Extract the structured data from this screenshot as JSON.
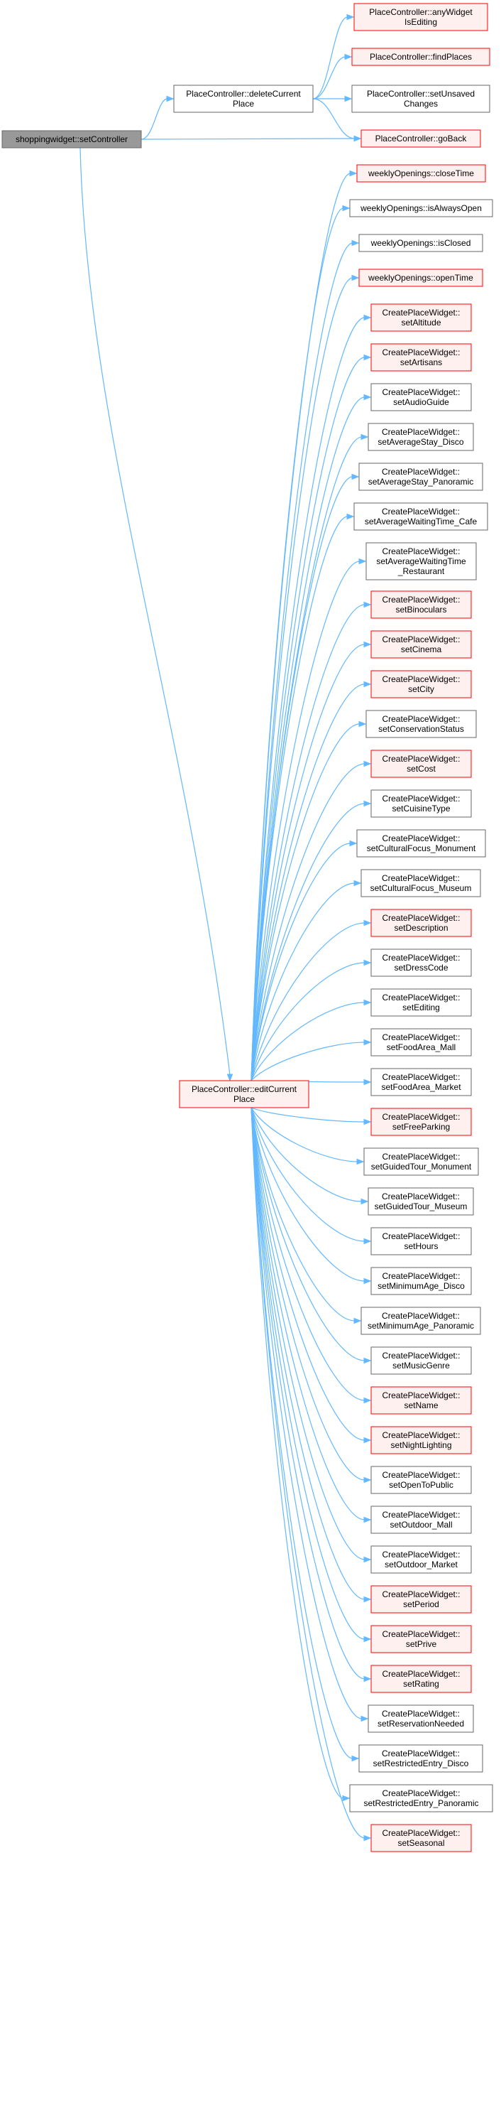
{
  "colors": {
    "edge": "#63b8ff",
    "root_fill": "#999999",
    "root_stroke": "#666666",
    "red_fill": "#fff0f0",
    "red_stroke": "#ff0000",
    "plain_fill": "#ffffff",
    "plain_stroke": "#666666",
    "text": "#000000"
  },
  "nodes": [
    {
      "id": "root",
      "style": "root",
      "lines": [
        "shoppingwidget::setController"
      ]
    },
    {
      "id": "deleteCurrentPlace",
      "style": "plain",
      "lines": [
        "PlaceController::deleteCurrent",
        "Place"
      ]
    },
    {
      "id": "editCurrentPlace",
      "style": "red",
      "lines": [
        "PlaceController::editCurrent",
        "Place"
      ]
    },
    {
      "id": "anyWidgetIsEditing",
      "style": "red",
      "lines": [
        "PlaceController::anyWidget",
        "IsEditing"
      ]
    },
    {
      "id": "findPlaces",
      "style": "red",
      "lines": [
        "PlaceController::findPlaces"
      ]
    },
    {
      "id": "setUnsavedChanges",
      "style": "plain",
      "lines": [
        "PlaceController::setUnsaved",
        "Changes"
      ]
    },
    {
      "id": "goBack",
      "style": "red",
      "lines": [
        "PlaceController::goBack"
      ]
    },
    {
      "id": "closeTime",
      "style": "red",
      "lines": [
        "weeklyOpenings::closeTime"
      ]
    },
    {
      "id": "isAlwaysOpen",
      "style": "plain",
      "lines": [
        "weeklyOpenings::isAlwaysOpen"
      ]
    },
    {
      "id": "isClosed",
      "style": "plain",
      "lines": [
        "weeklyOpenings::isClosed"
      ]
    },
    {
      "id": "openTime",
      "style": "red",
      "lines": [
        "weeklyOpenings::openTime"
      ]
    },
    {
      "id": "setAltitude",
      "style": "red",
      "lines": [
        "CreatePlaceWidget::",
        "setAltitude"
      ]
    },
    {
      "id": "setArtisans",
      "style": "red",
      "lines": [
        "CreatePlaceWidget::",
        "setArtisans"
      ]
    },
    {
      "id": "setAudioGuide",
      "style": "plain",
      "lines": [
        "CreatePlaceWidget::",
        "setAudioGuide"
      ]
    },
    {
      "id": "setAverageStay_Disco",
      "style": "plain",
      "lines": [
        "CreatePlaceWidget::",
        "setAverageStay_Disco"
      ]
    },
    {
      "id": "setAverageStay_Panoramic",
      "style": "plain",
      "lines": [
        "CreatePlaceWidget::",
        "setAverageStay_Panoramic"
      ]
    },
    {
      "id": "setAverageWaitingTime_Cafe",
      "style": "plain",
      "lines": [
        "CreatePlaceWidget::",
        "setAverageWaitingTime_Cafe"
      ]
    },
    {
      "id": "setAverageWaitingTime_Restaurant",
      "style": "plain",
      "lines": [
        "CreatePlaceWidget::",
        "setAverageWaitingTime",
        "_Restaurant"
      ]
    },
    {
      "id": "setBinoculars",
      "style": "red",
      "lines": [
        "CreatePlaceWidget::",
        "setBinoculars"
      ]
    },
    {
      "id": "setCinema",
      "style": "red",
      "lines": [
        "CreatePlaceWidget::",
        "setCinema"
      ]
    },
    {
      "id": "setCity",
      "style": "red",
      "lines": [
        "CreatePlaceWidget::",
        "setCity"
      ]
    },
    {
      "id": "setConservationStatus",
      "style": "plain",
      "lines": [
        "CreatePlaceWidget::",
        "setConservationStatus"
      ]
    },
    {
      "id": "setCost",
      "style": "red",
      "lines": [
        "CreatePlaceWidget::",
        "setCost"
      ]
    },
    {
      "id": "setCuisineType",
      "style": "plain",
      "lines": [
        "CreatePlaceWidget::",
        "setCuisineType"
      ]
    },
    {
      "id": "setCulturalFocus_Monument",
      "style": "plain",
      "lines": [
        "CreatePlaceWidget::",
        "setCulturalFocus_Monument"
      ]
    },
    {
      "id": "setCulturalFocus_Museum",
      "style": "plain",
      "lines": [
        "CreatePlaceWidget::",
        "setCulturalFocus_Museum"
      ]
    },
    {
      "id": "setDescription",
      "style": "red",
      "lines": [
        "CreatePlaceWidget::",
        "setDescription"
      ]
    },
    {
      "id": "setDressCode",
      "style": "plain",
      "lines": [
        "CreatePlaceWidget::",
        "setDressCode"
      ]
    },
    {
      "id": "setEditing",
      "style": "plain",
      "lines": [
        "CreatePlaceWidget::",
        "setEditing"
      ]
    },
    {
      "id": "setFoodArea_Mall",
      "style": "plain",
      "lines": [
        "CreatePlaceWidget::",
        "setFoodArea_Mall"
      ]
    },
    {
      "id": "setFoodArea_Market",
      "style": "plain",
      "lines": [
        "CreatePlaceWidget::",
        "setFoodArea_Market"
      ]
    },
    {
      "id": "setFreeParking",
      "style": "red",
      "lines": [
        "CreatePlaceWidget::",
        "setFreeParking"
      ]
    },
    {
      "id": "setGuidedTour_Monument",
      "style": "plain",
      "lines": [
        "CreatePlaceWidget::",
        "setGuidedTour_Monument"
      ]
    },
    {
      "id": "setGuidedTour_Museum",
      "style": "plain",
      "lines": [
        "CreatePlaceWidget::",
        "setGuidedTour_Museum"
      ]
    },
    {
      "id": "setHours",
      "style": "plain",
      "lines": [
        "CreatePlaceWidget::",
        "setHours"
      ]
    },
    {
      "id": "setMinimumAge_Disco",
      "style": "plain",
      "lines": [
        "CreatePlaceWidget::",
        "setMinimumAge_Disco"
      ]
    },
    {
      "id": "setMinimumAge_Panoramic",
      "style": "plain",
      "lines": [
        "CreatePlaceWidget::",
        "setMinimumAge_Panoramic"
      ]
    },
    {
      "id": "setMusicGenre",
      "style": "plain",
      "lines": [
        "CreatePlaceWidget::",
        "setMusicGenre"
      ]
    },
    {
      "id": "setName",
      "style": "red",
      "lines": [
        "CreatePlaceWidget::",
        "setName"
      ]
    },
    {
      "id": "setNightLighting",
      "style": "red",
      "lines": [
        "CreatePlaceWidget::",
        "setNightLighting"
      ]
    },
    {
      "id": "setOpenToPublic",
      "style": "plain",
      "lines": [
        "CreatePlaceWidget::",
        "setOpenToPublic"
      ]
    },
    {
      "id": "setOutdoor_Mall",
      "style": "plain",
      "lines": [
        "CreatePlaceWidget::",
        "setOutdoor_Mall"
      ]
    },
    {
      "id": "setOutdoor_Market",
      "style": "plain",
      "lines": [
        "CreatePlaceWidget::",
        "setOutdoor_Market"
      ]
    },
    {
      "id": "setPeriod",
      "style": "red",
      "lines": [
        "CreatePlaceWidget::",
        "setPeriod"
      ]
    },
    {
      "id": "setPrive",
      "style": "red",
      "lines": [
        "CreatePlaceWidget::",
        "setPrive"
      ]
    },
    {
      "id": "setRating",
      "style": "red",
      "lines": [
        "CreatePlaceWidget::",
        "setRating"
      ]
    },
    {
      "id": "setReservationNeeded",
      "style": "plain",
      "lines": [
        "CreatePlaceWidget::",
        "setReservationNeeded"
      ]
    },
    {
      "id": "setRestrictedEntry_Disco",
      "style": "plain",
      "lines": [
        "CreatePlaceWidget::",
        "setRestrictedEntry_Disco"
      ]
    },
    {
      "id": "setRestrictedEntry_Panoramic",
      "style": "plain",
      "lines": [
        "CreatePlaceWidget::",
        "setRestrictedEntry_Panoramic"
      ]
    },
    {
      "id": "setSeasonal",
      "style": "red",
      "lines": [
        "CreatePlaceWidget::",
        "setSeasonal"
      ]
    }
  ],
  "edges": [
    [
      "root",
      "deleteCurrentPlace"
    ],
    [
      "root",
      "goBack"
    ],
    [
      "root",
      "editCurrentPlace"
    ],
    [
      "deleteCurrentPlace",
      "anyWidgetIsEditing"
    ],
    [
      "deleteCurrentPlace",
      "findPlaces"
    ],
    [
      "deleteCurrentPlace",
      "setUnsavedChanges"
    ],
    [
      "deleteCurrentPlace",
      "goBack"
    ],
    [
      "editCurrentPlace",
      "closeTime"
    ],
    [
      "editCurrentPlace",
      "isAlwaysOpen"
    ],
    [
      "editCurrentPlace",
      "isClosed"
    ],
    [
      "editCurrentPlace",
      "openTime"
    ],
    [
      "editCurrentPlace",
      "setAltitude"
    ],
    [
      "editCurrentPlace",
      "setArtisans"
    ],
    [
      "editCurrentPlace",
      "setAudioGuide"
    ],
    [
      "editCurrentPlace",
      "setAverageStay_Disco"
    ],
    [
      "editCurrentPlace",
      "setAverageStay_Panoramic"
    ],
    [
      "editCurrentPlace",
      "setAverageWaitingTime_Cafe"
    ],
    [
      "editCurrentPlace",
      "setAverageWaitingTime_Restaurant"
    ],
    [
      "editCurrentPlace",
      "setBinoculars"
    ],
    [
      "editCurrentPlace",
      "setCinema"
    ],
    [
      "editCurrentPlace",
      "setCity"
    ],
    [
      "editCurrentPlace",
      "setConservationStatus"
    ],
    [
      "editCurrentPlace",
      "setCost"
    ],
    [
      "editCurrentPlace",
      "setCuisineType"
    ],
    [
      "editCurrentPlace",
      "setCulturalFocus_Monument"
    ],
    [
      "editCurrentPlace",
      "setCulturalFocus_Museum"
    ],
    [
      "editCurrentPlace",
      "setDescription"
    ],
    [
      "editCurrentPlace",
      "setDressCode"
    ],
    [
      "editCurrentPlace",
      "setEditing"
    ],
    [
      "editCurrentPlace",
      "setFoodArea_Mall"
    ],
    [
      "editCurrentPlace",
      "setFoodArea_Market"
    ],
    [
      "editCurrentPlace",
      "setFreeParking"
    ],
    [
      "editCurrentPlace",
      "setGuidedTour_Monument"
    ],
    [
      "editCurrentPlace",
      "setGuidedTour_Museum"
    ],
    [
      "editCurrentPlace",
      "setHours"
    ],
    [
      "editCurrentPlace",
      "setMinimumAge_Disco"
    ],
    [
      "editCurrentPlace",
      "setMinimumAge_Panoramic"
    ],
    [
      "editCurrentPlace",
      "setMusicGenre"
    ],
    [
      "editCurrentPlace",
      "setName"
    ],
    [
      "editCurrentPlace",
      "setNightLighting"
    ],
    [
      "editCurrentPlace",
      "setOpenToPublic"
    ],
    [
      "editCurrentPlace",
      "setOutdoor_Mall"
    ],
    [
      "editCurrentPlace",
      "setOutdoor_Market"
    ],
    [
      "editCurrentPlace",
      "setPeriod"
    ],
    [
      "editCurrentPlace",
      "setPrive"
    ],
    [
      "editCurrentPlace",
      "setRating"
    ],
    [
      "editCurrentPlace",
      "setReservationNeeded"
    ],
    [
      "editCurrentPlace",
      "setRestrictedEntry_Disco"
    ],
    [
      "editCurrentPlace",
      "setRestrictedEntry_Panoramic"
    ],
    [
      "editCurrentPlace",
      "setSeasonal"
    ]
  ]
}
